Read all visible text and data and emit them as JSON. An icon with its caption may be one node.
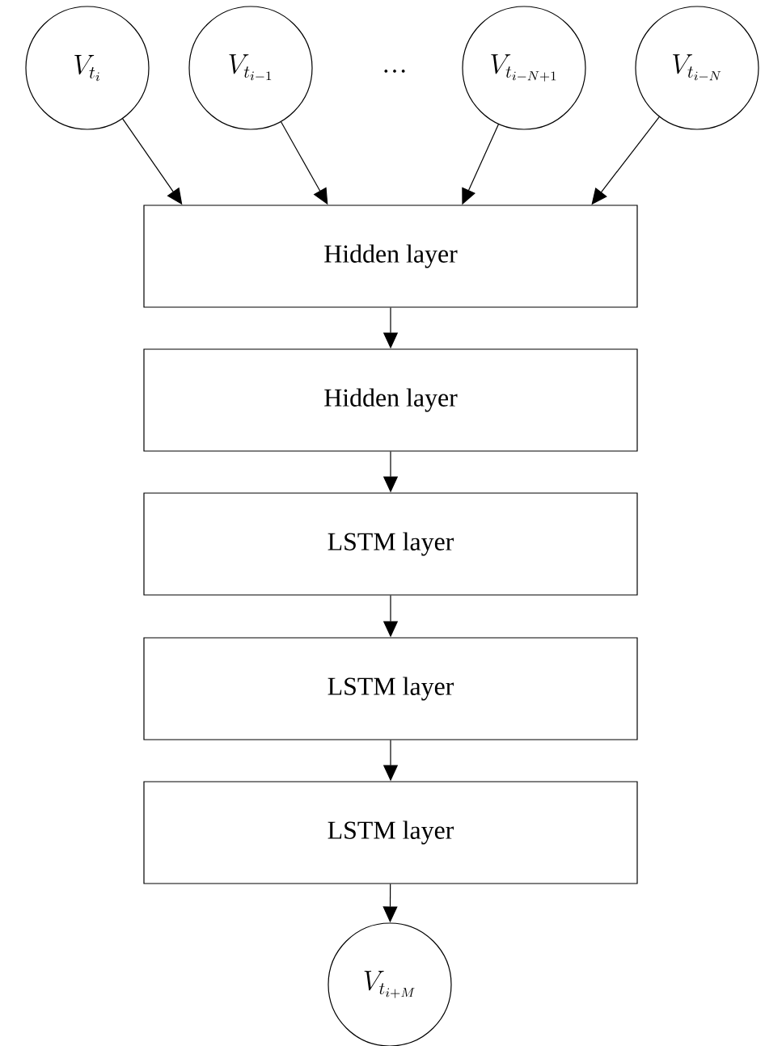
{
  "diagram": {
    "nodes": [
      {
        "text": [
          "V_{t_i}"
        ]
      },
      {
        "text": [
          "V_{t_{i-1}}"
        ]
      },
      {
        "text": [
          "V_{t_{i-N+1}}"
        ]
      },
      {
        "text": [
          "V_{t_{i-N}}"
        ]
      },
      {
        "text": [
          "Hidden layer"
        ]
      },
      {
        "text": [
          "Hidden layer"
        ]
      },
      {
        "text": [
          "LSTM layer"
        ]
      },
      {
        "text": [
          "LSTM layer"
        ]
      },
      {
        "text": [
          "LSTM layer"
        ]
      },
      {
        "text": [
          "V_{t_{i+M}}"
        ]
      }
    ],
    "edges": [
      {
        "from": 0,
        "to": 4,
        "arrow": "to"
      },
      {
        "from": 1,
        "to": 4,
        "arrow": "to"
      },
      {
        "from": 2,
        "to": 4,
        "arrow": "to"
      },
      {
        "from": 3,
        "to": 4,
        "arrow": "to"
      },
      {
        "from": 4,
        "to": 5,
        "arrow": "to"
      },
      {
        "from": 5,
        "to": 6,
        "arrow": "to"
      },
      {
        "from": 6,
        "to": 7,
        "arrow": "to"
      },
      {
        "from": 7,
        "to": 8,
        "arrow": "to"
      },
      {
        "from": 8,
        "to": 9,
        "arrow": "to"
      }
    ],
    "labels": [
      "…"
    ]
  }
}
